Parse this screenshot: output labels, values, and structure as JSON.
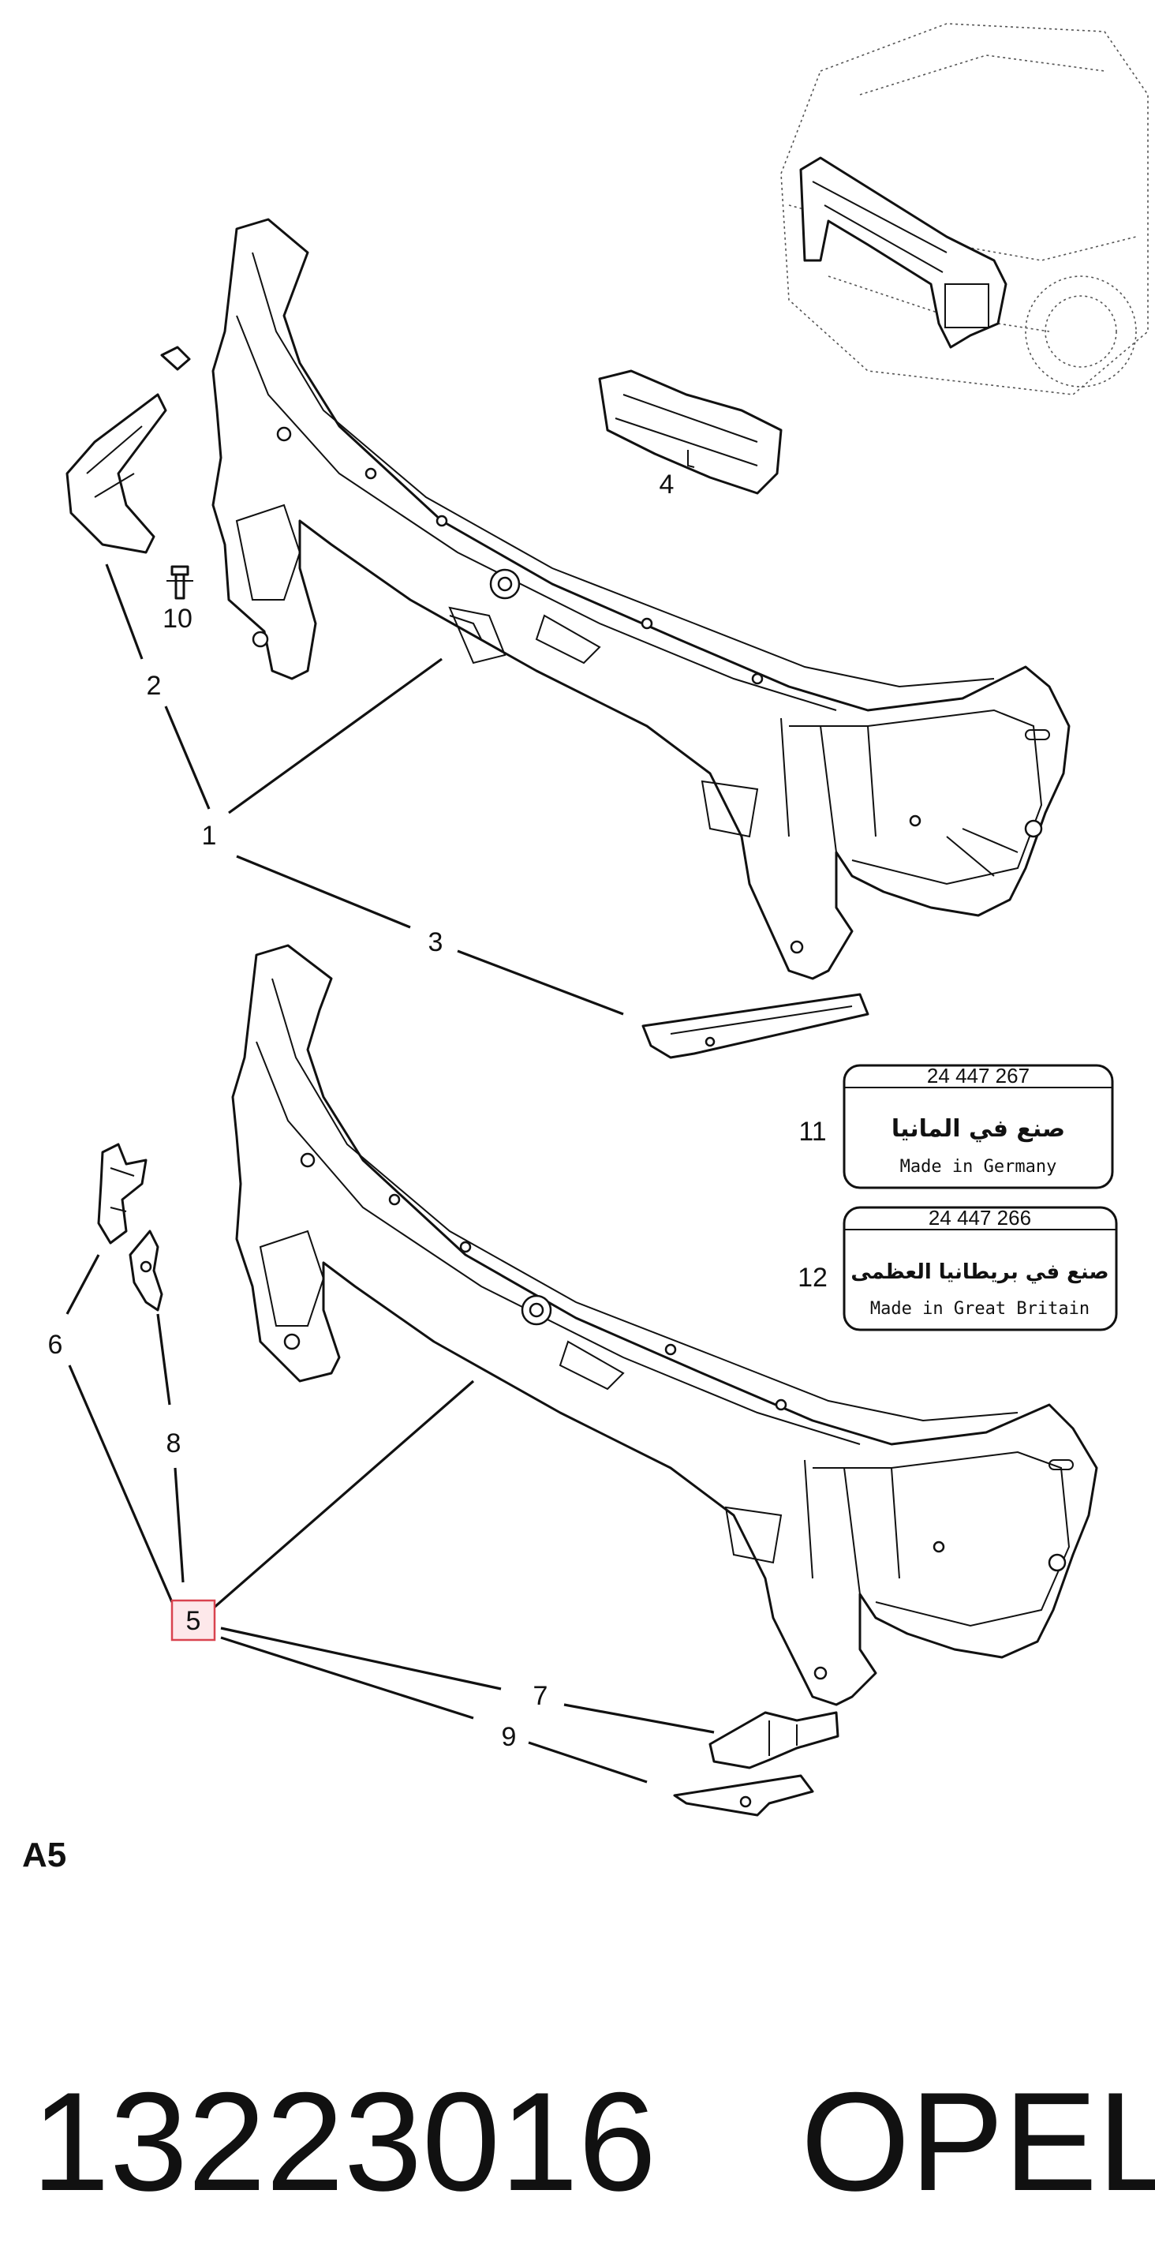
{
  "callouts": [
    "1",
    "2",
    "3",
    "4",
    "5",
    "6",
    "7",
    "8",
    "9",
    "10",
    "11",
    "12"
  ],
  "labels": {
    "germany": {
      "number": "24 447 267",
      "arabic": "صنع في المانيا",
      "english": "Made in Germany"
    },
    "britain": {
      "number": "24 447 266",
      "arabic": "صنع في بريطانيا العظمى",
      "english": "Made in Great Britain"
    }
  },
  "group_code": "A5",
  "part_number": "13223016",
  "brand": "OPEL",
  "colors": {
    "line": "#111111",
    "highlight_fill": "#fde8ea",
    "highlight_stroke": "#d9434f"
  }
}
